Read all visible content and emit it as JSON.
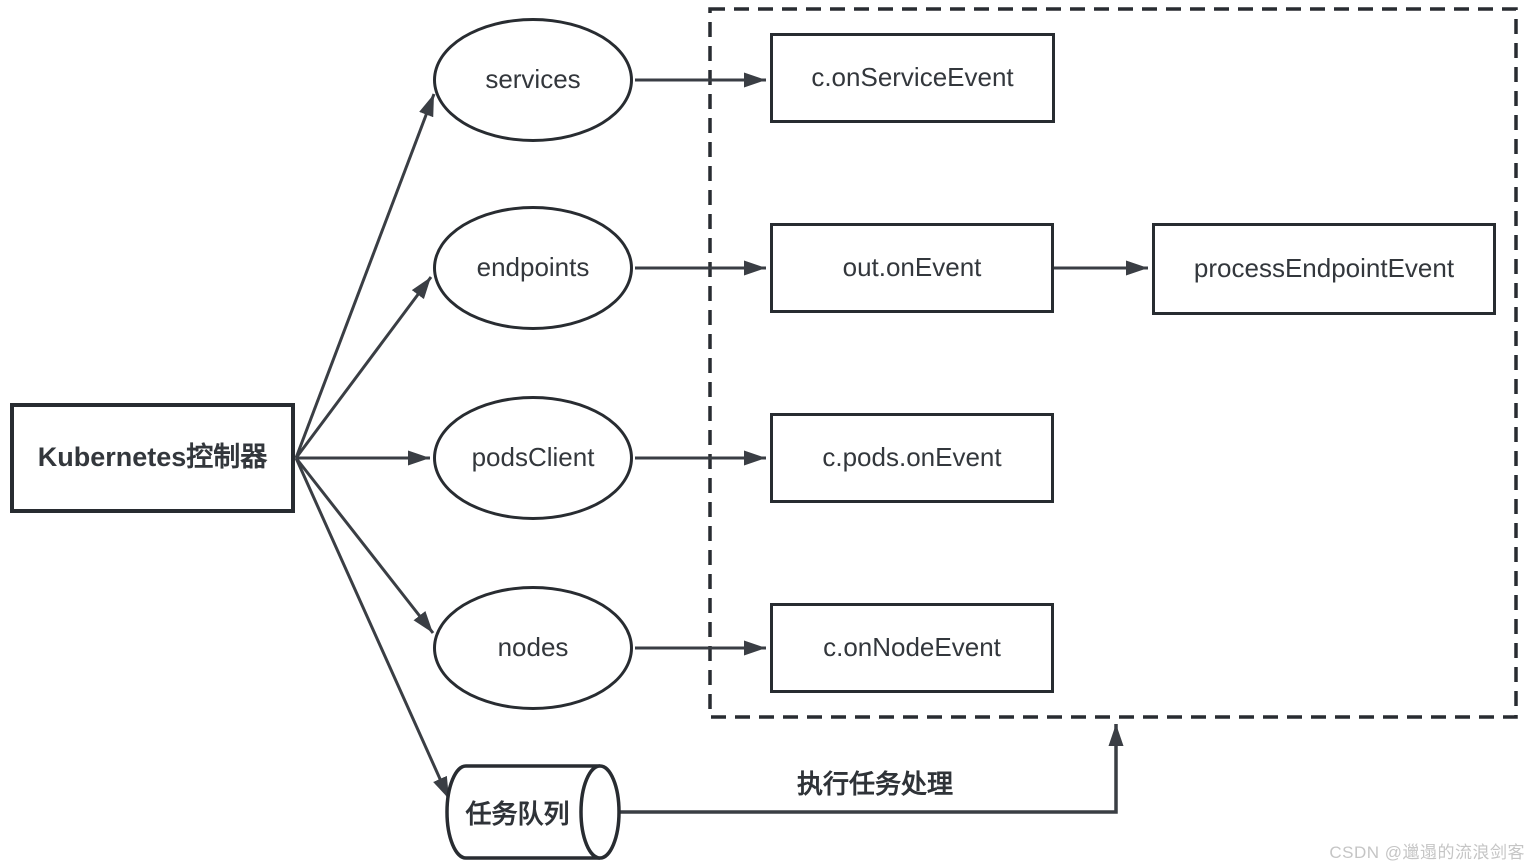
{
  "controller": {
    "label": "Kubernetes控制器"
  },
  "resources": [
    {
      "label": "services"
    },
    {
      "label": "endpoints"
    },
    {
      "label": "podsClient"
    },
    {
      "label": "nodes"
    }
  ],
  "handlers": [
    {
      "label": "c.onServiceEvent"
    },
    {
      "label": "out.onEvent"
    },
    {
      "label": "processEndpointEvent"
    },
    {
      "label": "c.pods.onEvent"
    },
    {
      "label": "c.onNodeEvent"
    }
  ],
  "queue": {
    "label": "任务队列",
    "arrow_label": "执行任务处理"
  },
  "watermark": {
    "text": "CSDN @邋遢的流浪剑客"
  },
  "colors": {
    "stroke": "#282c31",
    "arrow": "#3a3e44",
    "text": "#33373c",
    "watermark": "#c5c5c5",
    "background": "#ffffff"
  }
}
